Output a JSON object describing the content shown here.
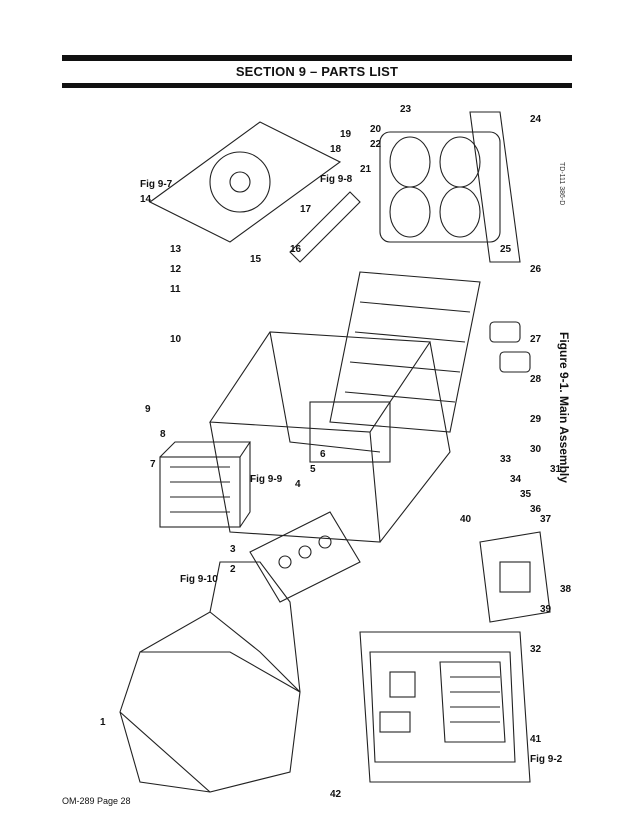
{
  "header": {
    "title": "SECTION 9 – PARTS LIST"
  },
  "figure": {
    "caption": "Figure 9-1. Main Assembly",
    "drawing_number": "TD-111 386-D",
    "callouts": [
      "1",
      "2",
      "3",
      "4",
      "5",
      "6",
      "7",
      "8",
      "9",
      "10",
      "11",
      "12",
      "13",
      "14",
      "15",
      "16",
      "17",
      "18",
      "19",
      "20",
      "21",
      "22",
      "23",
      "24",
      "25",
      "26",
      "27",
      "28",
      "29",
      "30",
      "31",
      "32",
      "33",
      "34",
      "35",
      "36",
      "37",
      "38",
      "39",
      "40",
      "41",
      "42"
    ],
    "references": [
      "Fig 9-10",
      "Fig 9-9",
      "Fig 9-7",
      "Fig 9-8",
      "Fig 9-2"
    ]
  },
  "footer": {
    "page_label": "OM-289 Page 28"
  }
}
